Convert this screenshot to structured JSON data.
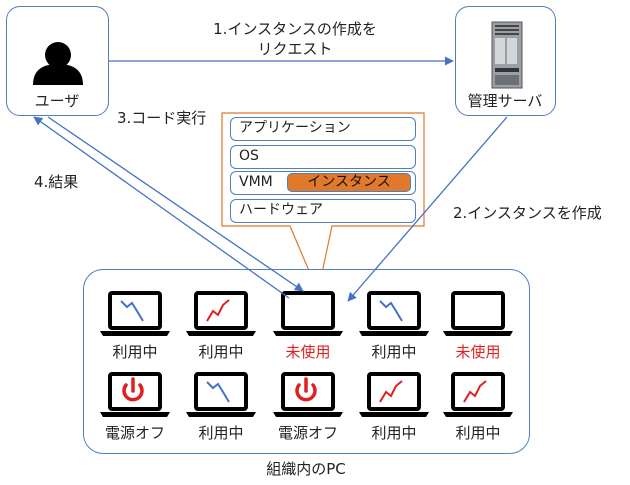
{
  "user_label": "ユーザ",
  "server_label": "管理サーバ",
  "step1_line1": "1.インスタンスの作成を",
  "step1_line2": "リクエスト",
  "step2": "2.インスタンスを作成",
  "step3": "3.コード実行",
  "step4": "4.結果",
  "stack": {
    "app": "アプリケーション",
    "os": "OS",
    "vmm": "VMM",
    "instance": "インスタンス",
    "hardware": "ハードウェア"
  },
  "org_label": "組織内のPC",
  "colors": {
    "blue": "#4472c4",
    "orange": "#e0792b",
    "red": "#e02020"
  },
  "pcs": [
    {
      "status": "利用中",
      "screen": "graph-blue-down"
    },
    {
      "status": "利用中",
      "screen": "graph-red-up"
    },
    {
      "status": "未使用",
      "screen": "blank",
      "status_color": "red"
    },
    {
      "status": "利用中",
      "screen": "graph-blue-down"
    },
    {
      "status": "未使用",
      "screen": "blank",
      "status_color": "red"
    },
    {
      "status": "電源オフ",
      "screen": "power-icon"
    },
    {
      "status": "利用中",
      "screen": "graph-blue-down"
    },
    {
      "status": "電源オフ",
      "screen": "power-icon"
    },
    {
      "status": "利用中",
      "screen": "graph-red-up"
    },
    {
      "status": "利用中",
      "screen": "graph-red-up"
    }
  ]
}
